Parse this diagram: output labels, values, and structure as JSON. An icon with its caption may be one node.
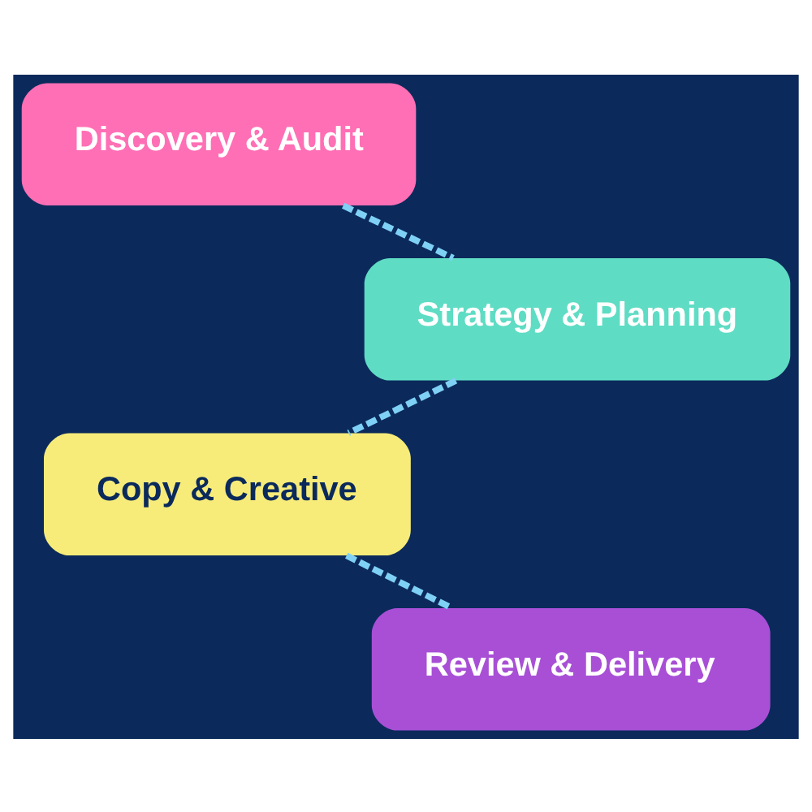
{
  "diagram": {
    "nodes": [
      {
        "text": [
          "Discovery & Audit"
        ]
      },
      {
        "text": [
          "Strategy & Planning"
        ]
      },
      {
        "text": [
          "Copy & Creative"
        ]
      },
      {
        "text": [
          "Review & Delivery"
        ]
      }
    ],
    "edges": [
      {
        "from": 0,
        "to": 1,
        "arrow": "none",
        "style": "dashed"
      },
      {
        "from": 1,
        "to": 2,
        "arrow": "none",
        "style": "dashed"
      },
      {
        "from": 2,
        "to": 3,
        "arrow": "none",
        "style": "dashed"
      }
    ]
  }
}
